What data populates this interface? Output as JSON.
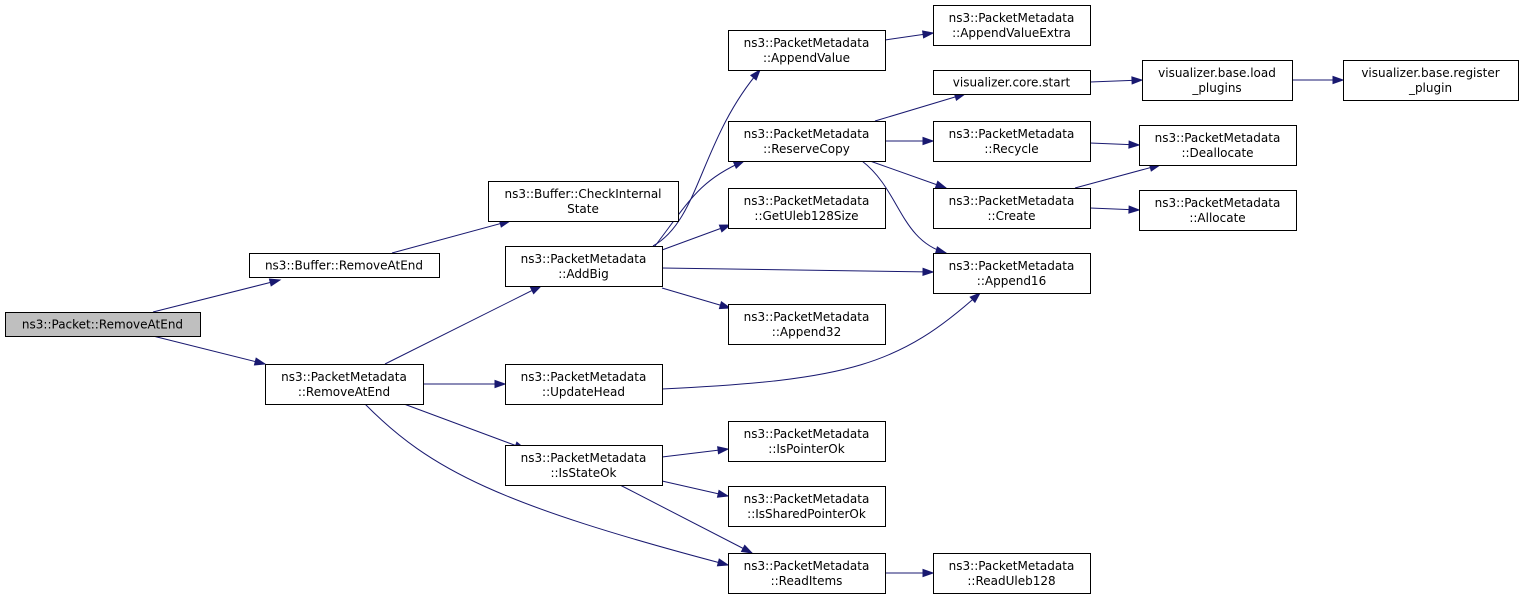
{
  "graph": {
    "nodes": [
      {
        "id": "n1",
        "lines": [
          "ns3::Packet::RemoveAtEnd"
        ],
        "highlight": true
      },
      {
        "id": "n2",
        "lines": [
          "ns3::Buffer::RemoveAtEnd"
        ]
      },
      {
        "id": "n3",
        "lines": [
          "ns3::PacketMetadata",
          "::RemoveAtEnd"
        ]
      },
      {
        "id": "n4",
        "lines": [
          "ns3::Buffer::CheckInternal",
          "State"
        ]
      },
      {
        "id": "n5",
        "lines": [
          "ns3::PacketMetadata",
          "::AddBig"
        ]
      },
      {
        "id": "n6",
        "lines": [
          "ns3::PacketMetadata",
          "::UpdateHead"
        ]
      },
      {
        "id": "n7",
        "lines": [
          "ns3::PacketMetadata",
          "::IsStateOk"
        ]
      },
      {
        "id": "n8",
        "lines": [
          "ns3::PacketMetadata",
          "::AppendValue"
        ]
      },
      {
        "id": "n9",
        "lines": [
          "ns3::PacketMetadata",
          "::ReserveCopy"
        ]
      },
      {
        "id": "n10",
        "lines": [
          "ns3::PacketMetadata",
          "::GetUleb128Size"
        ]
      },
      {
        "id": "n11",
        "lines": [
          "ns3::PacketMetadata",
          "::Append32"
        ]
      },
      {
        "id": "n12",
        "lines": [
          "ns3::PacketMetadata",
          "::IsPointerOk"
        ]
      },
      {
        "id": "n13",
        "lines": [
          "ns3::PacketMetadata",
          "::IsSharedPointerOk"
        ]
      },
      {
        "id": "n14",
        "lines": [
          "ns3::PacketMetadata",
          "::ReadItems"
        ]
      },
      {
        "id": "n15",
        "lines": [
          "ns3::PacketMetadata",
          "::AppendValueExtra"
        ]
      },
      {
        "id": "n16",
        "lines": [
          "visualizer.core.start"
        ]
      },
      {
        "id": "n17",
        "lines": [
          "ns3::PacketMetadata",
          "::Recycle"
        ]
      },
      {
        "id": "n18",
        "lines": [
          "ns3::PacketMetadata",
          "::Create"
        ]
      },
      {
        "id": "n19",
        "lines": [
          "ns3::PacketMetadata",
          "::Append16"
        ]
      },
      {
        "id": "n20",
        "lines": [
          "ns3::PacketMetadata",
          "::ReadUleb128"
        ]
      },
      {
        "id": "n21",
        "lines": [
          "visualizer.base.load",
          "_plugins"
        ]
      },
      {
        "id": "n22",
        "lines": [
          "ns3::PacketMetadata",
          "::Deallocate"
        ]
      },
      {
        "id": "n23",
        "lines": [
          "ns3::PacketMetadata",
          "::Allocate"
        ]
      },
      {
        "id": "n24",
        "lines": [
          "visualizer.base.register",
          "_plugin"
        ]
      }
    ],
    "edges": [
      [
        "n1",
        "n2"
      ],
      [
        "n1",
        "n3"
      ],
      [
        "n2",
        "n4"
      ],
      [
        "n3",
        "n5"
      ],
      [
        "n3",
        "n6"
      ],
      [
        "n3",
        "n7"
      ],
      [
        "n3",
        "n14"
      ],
      [
        "n5",
        "n8"
      ],
      [
        "n5",
        "n9"
      ],
      [
        "n5",
        "n10"
      ],
      [
        "n5",
        "n11"
      ],
      [
        "n5",
        "n19"
      ],
      [
        "n6",
        "n19"
      ],
      [
        "n7",
        "n12"
      ],
      [
        "n7",
        "n13"
      ],
      [
        "n7",
        "n14"
      ],
      [
        "n14",
        "n20"
      ],
      [
        "n8",
        "n15"
      ],
      [
        "n9",
        "n16"
      ],
      [
        "n9",
        "n17"
      ],
      [
        "n9",
        "n18"
      ],
      [
        "n9",
        "n19"
      ],
      [
        "n16",
        "n21"
      ],
      [
        "n21",
        "n24"
      ],
      [
        "n17",
        "n22"
      ],
      [
        "n18",
        "n22"
      ],
      [
        "n18",
        "n23"
      ]
    ],
    "colors": {
      "highlight_fill": "#bfbfbf",
      "node_fill": "#ffffff",
      "edge": "#191970"
    }
  }
}
